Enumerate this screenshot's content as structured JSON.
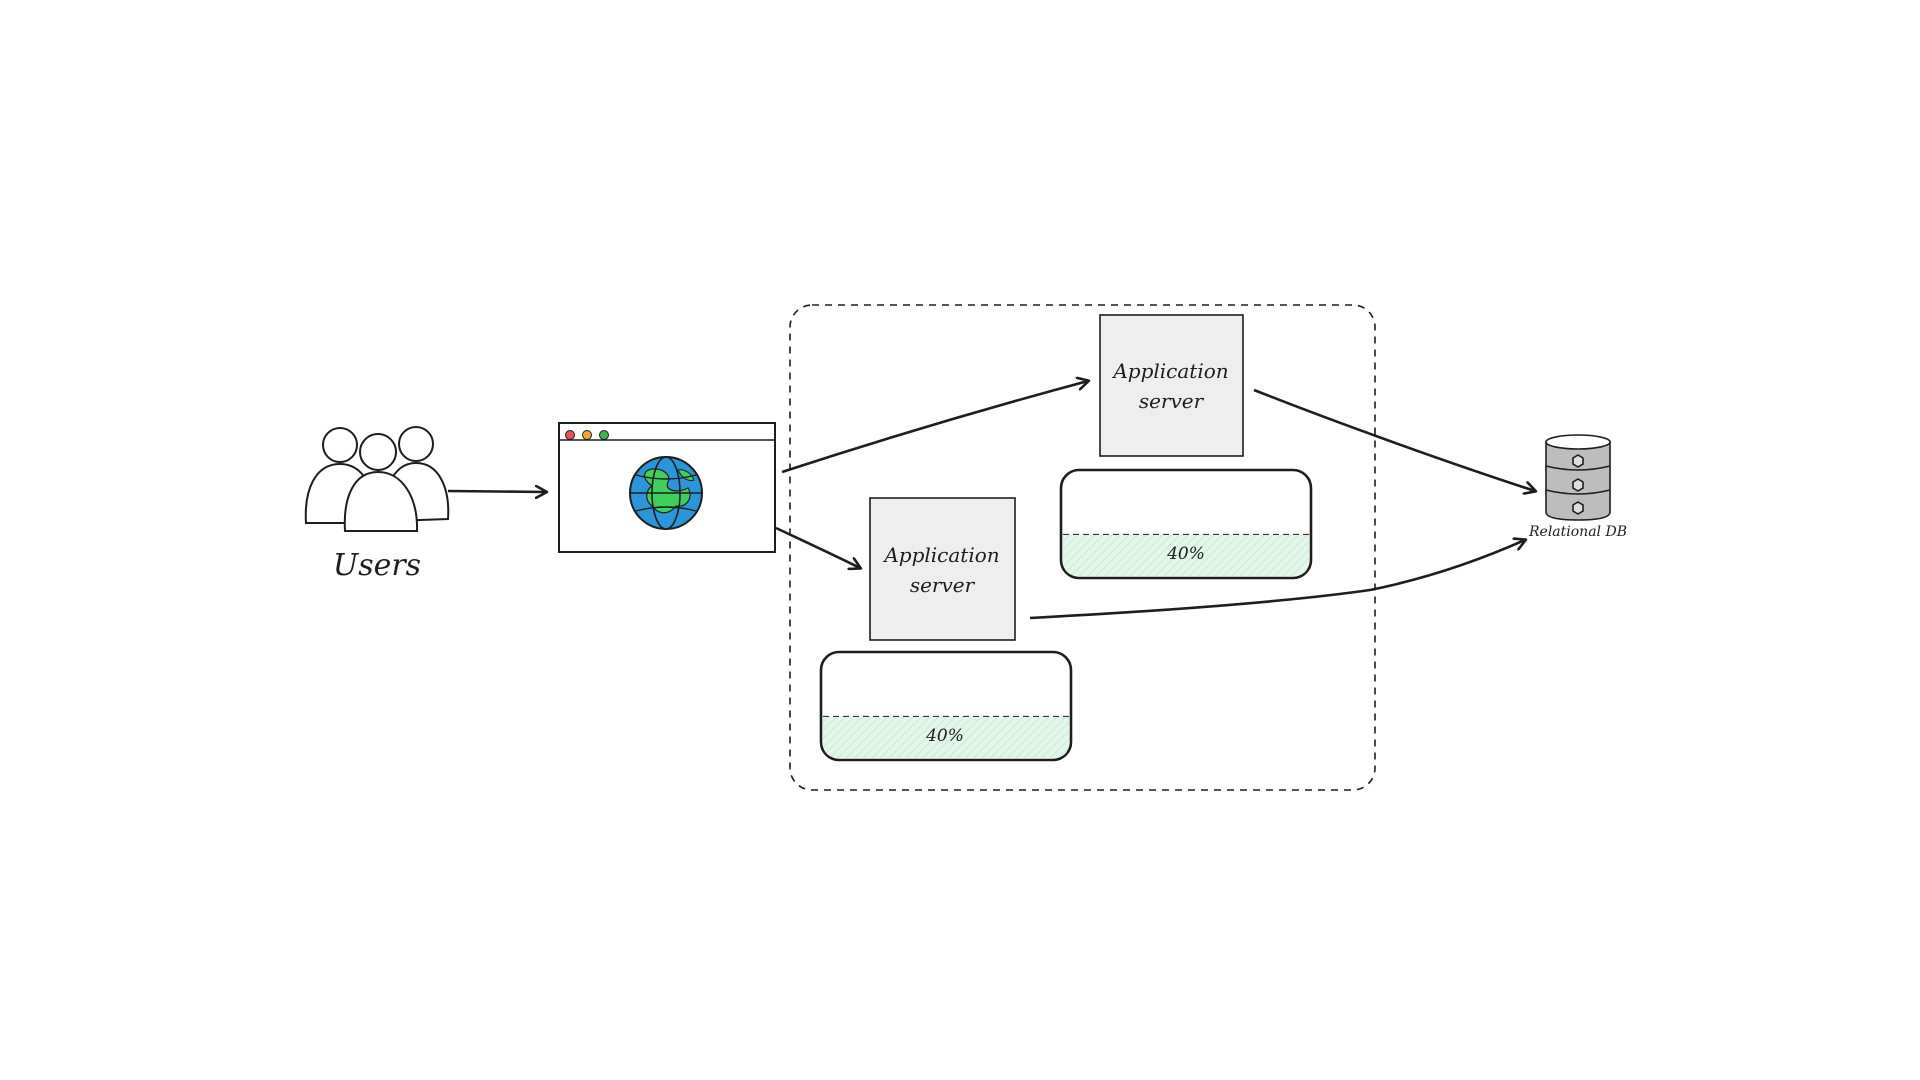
{
  "users": {
    "label": "Users",
    "icon": "users-group-icon"
  },
  "browser": {
    "icon": "web-browser-icon",
    "dots": [
      "#e8504f",
      "#f0a830",
      "#3fb34f"
    ],
    "globe_icon": "globe-icon",
    "globe_ocean": "#2b95d9",
    "globe_land": "#3fcf5a"
  },
  "cluster": {
    "style": "dashed"
  },
  "servers": [
    {
      "label_line1": "Application",
      "label_line2": "server",
      "load": {
        "text": "40%",
        "fraction": 0.4
      }
    },
    {
      "label_line1": "Application",
      "label_line2": "server",
      "load": {
        "text": "40%",
        "fraction": 0.4
      }
    }
  ],
  "database": {
    "label": "Relational DB",
    "icon": "database-icon"
  },
  "colors": {
    "stroke": "#1e1e1e",
    "server_fill": "#eeeeee",
    "load_fill": "#e3f6ea",
    "db_fill": "#bdbdbd"
  }
}
